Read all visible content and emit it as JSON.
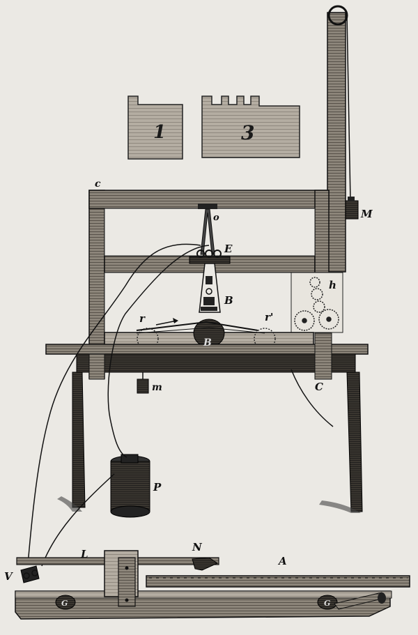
{
  "diagram": {
    "letter_blocks": [
      "1",
      "3"
    ],
    "labels": {
      "c_upper": "c",
      "o": "o",
      "M": "M",
      "E": "E",
      "h": "h",
      "B_pendulum": "B",
      "r": "r",
      "r_prime": "r'",
      "B_drum": "B",
      "m": "m",
      "C": "C",
      "P": "P",
      "L": "L",
      "N": "N",
      "A": "A",
      "V": "V",
      "G_left": "G",
      "G_right": "G"
    }
  }
}
